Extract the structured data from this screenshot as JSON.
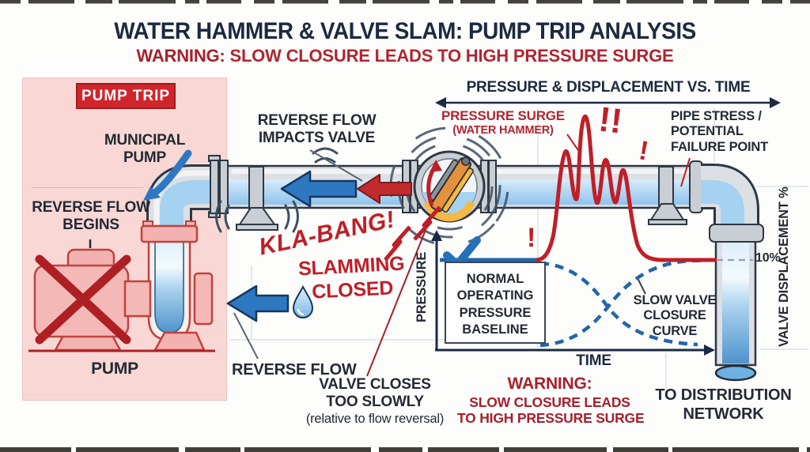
{
  "page": {
    "title": "WATER HAMMER & VALVE SLAM: PUMP TRIP ANALYSIS",
    "warning_label": "WARNING:",
    "warning_rest": " SLOW CLOSURE LEADS TO HIGH PRESSURE SURGE"
  },
  "left_panel": {
    "badge": "PUMP TRIP",
    "municipal_pump": [
      "MUNICIPAL",
      "PUMP"
    ],
    "reverse_flow_begins": [
      "REVERSE FLOW",
      "BEGINS"
    ],
    "pump_label": "PUMP"
  },
  "pipe": {
    "impacts": [
      "REVERSE FLOW",
      "IMPACTS VALVE"
    ],
    "kla_bang": "KLA-BANG!",
    "slamming": [
      "SLAMMING",
      "CLOSED"
    ],
    "reverse_flow": "REVERSE FLOW",
    "valve_closes": [
      "VALVE CLOSES",
      "TOO SLOWLY"
    ],
    "valve_closes_note": "(relative to flow reversal)"
  },
  "chart": {
    "heading": "PRESSURE & DISPLACEMENT VS. TIME",
    "surge_label": "PRESSURE SURGE",
    "surge_sub": "(WATER HAMMER)",
    "pipe_stress": [
      "PIPE STRESS /",
      "POTENTIAL",
      "FAILURE POINT"
    ],
    "baseline": [
      "NORMAL",
      "OPERATING",
      "PRESSURE",
      "BASELINE"
    ],
    "slow_valve": [
      "SLOW VALVE",
      "CLOSURE",
      "CURVE"
    ],
    "xlabel": "TIME",
    "ylabel": "PRESSURE",
    "y2label": "VALVE DISPLACEMENT %",
    "marker_10": "10%",
    "bang_single": "!",
    "bang_double": "!!"
  },
  "footer": {
    "warning_title": "WARNING:",
    "warning_lines": [
      "SLOW CLOSURE LEADS",
      "TO HIGH PRESSURE SURGE"
    ],
    "distribution": [
      "TO DISTRIBUTION",
      "NETWORK"
    ]
  },
  "colors": {
    "accent_red": "#bf1f27",
    "warning_red": "#a7202c",
    "navy": "#1c2940",
    "pipe_blue": "#2e78c2",
    "panel_pink": "#f8d7d5",
    "badge_red": "#d0262b",
    "water_blue": "#8fc3ec"
  },
  "chart_data": {
    "type": "line",
    "title": "PRESSURE & DISPLACEMENT VS. TIME",
    "xlabel": "TIME",
    "ylabel": "PRESSURE",
    "y2label": "VALVE DISPLACEMENT %",
    "x_range_normalized": [
      0,
      1
    ],
    "grid": false,
    "series": [
      {
        "name": "NORMAL OPERATING PRESSURE BASELINE",
        "style": "solid",
        "color": "#2165a8",
        "x": [
          0,
          0.36
        ],
        "y": [
          1,
          1
        ],
        "note": "flat pre-event baseline marked with a blue checkmark"
      },
      {
        "name": "PRESSURE SURGE (WATER HAMMER)",
        "style": "solid",
        "color": "#bf1f27",
        "x": [
          0.36,
          0.4,
          0.44,
          0.47,
          0.5,
          0.53,
          0.56,
          0.6,
          0.66,
          0.72,
          1.0
        ],
        "y": [
          1,
          2.2,
          4.8,
          3.0,
          6.2,
          2.9,
          4.1,
          3.8,
          1.6,
          1.05,
          1.0
        ],
        "note": "oscillating pressure spike at valve slam, decaying back to baseline"
      },
      {
        "name": "SLOW VALVE CLOSURE CURVE (descending)",
        "style": "dashed",
        "color": "#2366a8",
        "x": [
          0.38,
          0.5,
          0.62,
          0.75,
          0.9
        ],
        "y": [
          100,
          85,
          50,
          15,
          0
        ],
        "note": "valve displacement S-curve, closes too slowly"
      },
      {
        "name": "SLOW VALVE CLOSURE CURVE (ascending)",
        "style": "dashed",
        "color": "#2366a8",
        "x": [
          0.38,
          0.5,
          0.62,
          0.75,
          0.9
        ],
        "y": [
          0,
          15,
          50,
          85,
          100
        ],
        "note": "complementary S-curve ending at the 10% displacement marker"
      }
    ],
    "annotations": [
      "!",
      "!!",
      "!",
      "10%",
      "PRESSURE SURGE (WATER HAMMER)",
      "PIPE STRESS / POTENTIAL FAILURE POINT",
      "SLOW VALVE CLOSURE CURVE"
    ]
  }
}
